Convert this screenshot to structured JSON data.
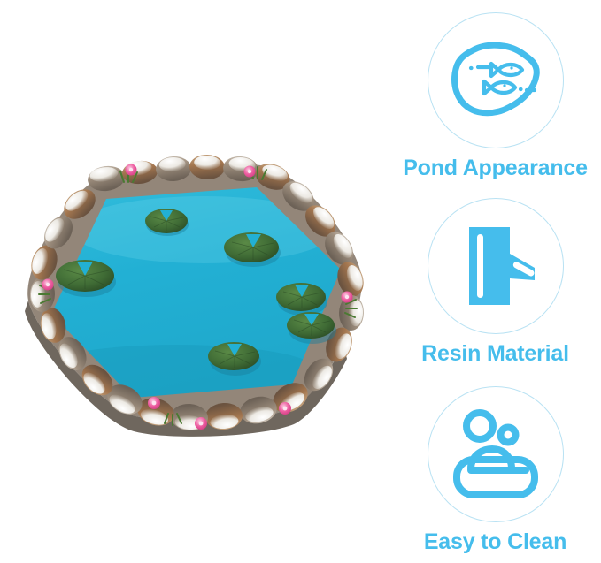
{
  "page": {
    "background_color": "#ffffff",
    "accent_color": "#45bdec",
    "label_color": "#45bdec",
    "circle_border_color": "#b9e2f3"
  },
  "product_image": {
    "name": "decorative-resin-pond",
    "description": "Rectangular resin garden pond with stone rock border and turquoise water",
    "water_color": "#22b0d4",
    "water_shadow_color": "#1d9fc2",
    "rock_colors": {
      "base": "#9a8d7f",
      "dark": "#6f655b",
      "light": "#d9d4cc",
      "snow": "#f2f0ec",
      "brown": "#a67c58"
    },
    "lily_pad_color": "#3f6b35",
    "lily_pad_dark": "#2d4d26",
    "flower_color": "#ec5fa0",
    "flower_center_color": "#f9a8cc",
    "grass_color": "#4a7a32",
    "lily_pad_count": 6,
    "flower_count": 7
  },
  "features": [
    {
      "id": "pond-appearance",
      "label": "Pond Appearance",
      "icon_name": "pond-with-fish-icon",
      "icon_color": "#45bdec"
    },
    {
      "id": "resin-material",
      "label": "Resin Material",
      "icon_name": "resin-pitcher-icon",
      "icon_color": "#45bdec"
    },
    {
      "id": "easy-to-clean",
      "label": "Easy to Clean",
      "icon_name": "soap-bar-bubbles-icon",
      "icon_color": "#45bdec"
    }
  ]
}
